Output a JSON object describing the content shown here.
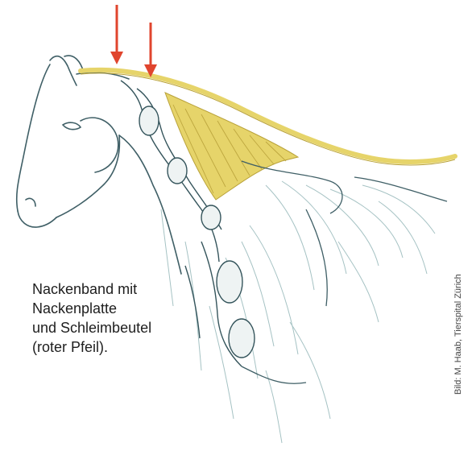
{
  "caption": {
    "lines": [
      "Nackenband mit",
      "Nackenplatte",
      "und Schleimbeutel",
      "(roter Pfeil)."
    ]
  },
  "credit": "Bild: M. Haab, Tierspital Zürich",
  "colors": {
    "ligament": "#e6d46a",
    "ligament_dark": "#b9a23a",
    "arrow": "#e0452e",
    "sketch": "#3f5f66",
    "sketch_light": "#8fb3b5"
  }
}
